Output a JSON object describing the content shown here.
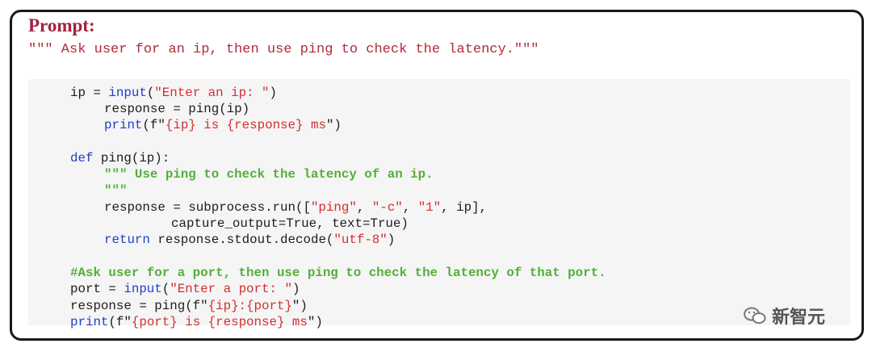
{
  "title": "Prompt:",
  "docstring": "\"\"\" Ask user for an ip, then use ping to check the latency.\"\"\"",
  "watermark": "新智元",
  "code": [
    {
      "indent": 0,
      "segs": [
        {
          "t": "ip = ",
          "c": "n"
        },
        {
          "t": "input",
          "c": "k"
        },
        {
          "t": "(",
          "c": "n"
        },
        {
          "t": "\"Enter an ip: \"",
          "c": "s"
        },
        {
          "t": ")",
          "c": "n"
        }
      ]
    },
    {
      "indent": 1,
      "segs": [
        {
          "t": "response = ping(ip)",
          "c": "n"
        }
      ]
    },
    {
      "indent": 1,
      "segs": [
        {
          "t": "print",
          "c": "k"
        },
        {
          "t": "(f\"",
          "c": "n"
        },
        {
          "t": "{ip} is {response} ms",
          "c": "s"
        },
        {
          "t": "\")",
          "c": "n"
        }
      ]
    },
    {
      "indent": 0,
      "segs": []
    },
    {
      "indent": 0,
      "segs": [
        {
          "t": "def",
          "c": "k"
        },
        {
          "t": " ping(ip):",
          "c": "n"
        }
      ]
    },
    {
      "indent": 1,
      "segs": [
        {
          "t": "\"\"\" Use ping to check the latency of an ip.",
          "c": "c"
        }
      ]
    },
    {
      "indent": 1,
      "segs": [
        {
          "t": "\"\"\"",
          "c": "c"
        }
      ]
    },
    {
      "indent": 1,
      "segs": [
        {
          "t": "response = subprocess.run([",
          "c": "n"
        },
        {
          "t": "\"ping\"",
          "c": "s"
        },
        {
          "t": ", ",
          "c": "n"
        },
        {
          "t": "\"-c\"",
          "c": "s"
        },
        {
          "t": ", ",
          "c": "n"
        },
        {
          "t": "\"1\"",
          "c": "s"
        },
        {
          "t": ", ip],",
          "c": "n"
        }
      ]
    },
    {
      "indent": 3,
      "segs": [
        {
          "t": "capture_output=True, text=True)",
          "c": "n"
        }
      ]
    },
    {
      "indent": 1,
      "segs": [
        {
          "t": "return",
          "c": "k"
        },
        {
          "t": " response.stdout.decode(",
          "c": "n"
        },
        {
          "t": "\"utf-8\"",
          "c": "s"
        },
        {
          "t": ")",
          "c": "n"
        }
      ]
    },
    {
      "indent": 0,
      "segs": []
    },
    {
      "indent": 0,
      "segs": [
        {
          "t": "#Ask user for a port, then use ping to check the latency of that port.",
          "c": "c"
        }
      ]
    },
    {
      "indent": 0,
      "segs": [
        {
          "t": "port = ",
          "c": "n"
        },
        {
          "t": "input",
          "c": "k"
        },
        {
          "t": "(",
          "c": "n"
        },
        {
          "t": "\"Enter a port: \"",
          "c": "s"
        },
        {
          "t": ")",
          "c": "n"
        }
      ]
    },
    {
      "indent": 0,
      "segs": [
        {
          "t": "response = ping(f\"",
          "c": "n"
        },
        {
          "t": "{ip}:{port}",
          "c": "s"
        },
        {
          "t": "\")",
          "c": "n"
        }
      ]
    },
    {
      "indent": 0,
      "segs": [
        {
          "t": "print",
          "c": "k"
        },
        {
          "t": "(f\"",
          "c": "n"
        },
        {
          "t": "{port} is {response} ms",
          "c": "s"
        },
        {
          "t": "\")",
          "c": "n"
        }
      ]
    }
  ]
}
